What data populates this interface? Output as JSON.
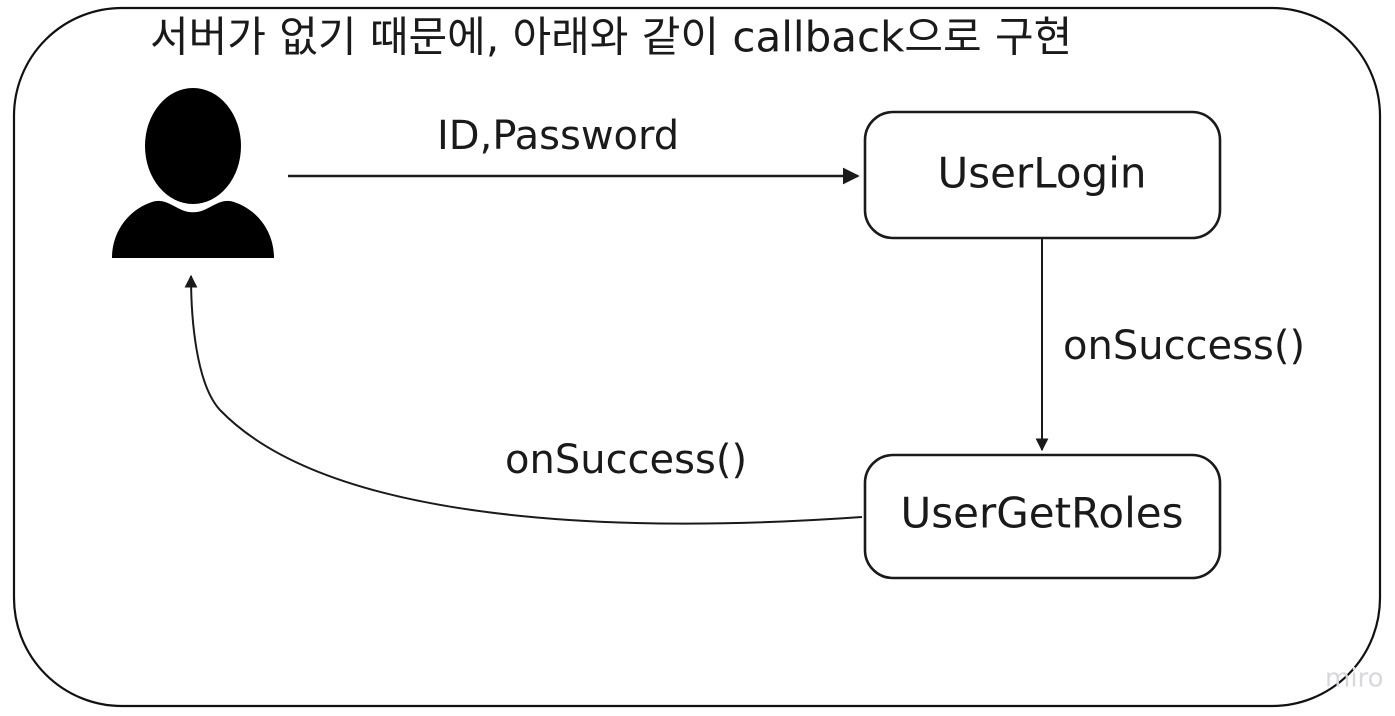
{
  "diagram": {
    "title": "서버가 없기 때문에, 아래와 같이 callback으로 구현",
    "watermark": "miro",
    "colors": {
      "stroke": "#1a1a1a",
      "container_stroke": "#111111",
      "background": "#ffffff",
      "actor_fill": "#000000",
      "watermark": "#d8d8dc"
    },
    "actor": {
      "name": "user-actor",
      "label": ""
    },
    "nodes": [
      {
        "id": "user-login",
        "label": "UserLogin"
      },
      {
        "id": "user-get-roles",
        "label": "UserGetRoles"
      }
    ],
    "edges": [
      {
        "id": "actor-to-userlogin",
        "label": "ID,Password",
        "from": "user-actor",
        "to": "user-login"
      },
      {
        "id": "userlogin-to-usergetroles",
        "label": "onSuccess()",
        "from": "user-login",
        "to": "user-get-roles"
      },
      {
        "id": "usergetroles-to-actor",
        "label": "onSuccess()",
        "from": "user-get-roles",
        "to": "user-actor"
      }
    ]
  }
}
